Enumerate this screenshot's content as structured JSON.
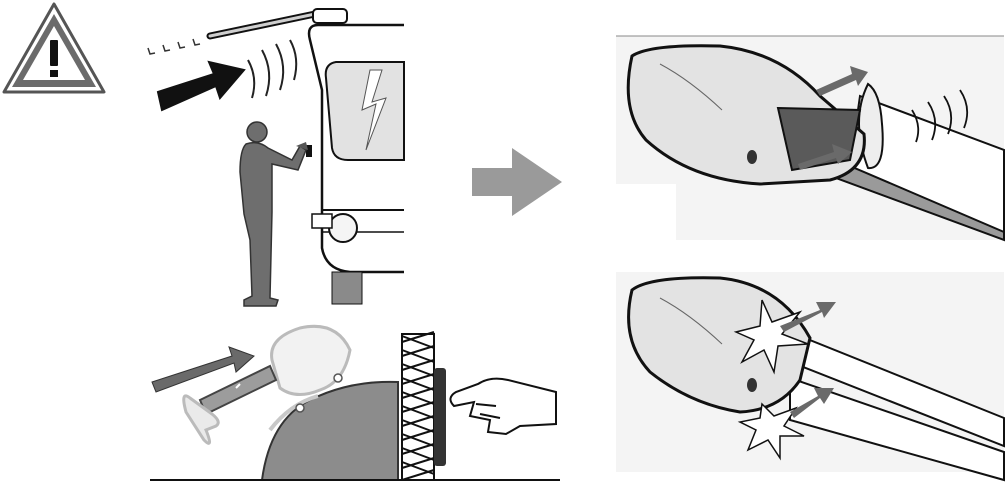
{
  "warning": {
    "symbol": "!",
    "color": "#6b6b6b"
  },
  "colors": {
    "dark": "#3a3a3a",
    "mid": "#7a7a7a",
    "light": "#e6e6e6",
    "panel": "#f4f4f4",
    "arrow": "#9a9a9a",
    "stroke": "#111111"
  },
  "panels": {
    "warning_sign": "triangle-warning-icon",
    "scene_wind": "caravan-awning-wind",
    "scene_rain_closing": "awning-closing-detail",
    "detail_top": "endcap-slide-detail",
    "detail_bottom": "endcap-impact-detail",
    "transition_arrow": "arrow-right-icon"
  }
}
